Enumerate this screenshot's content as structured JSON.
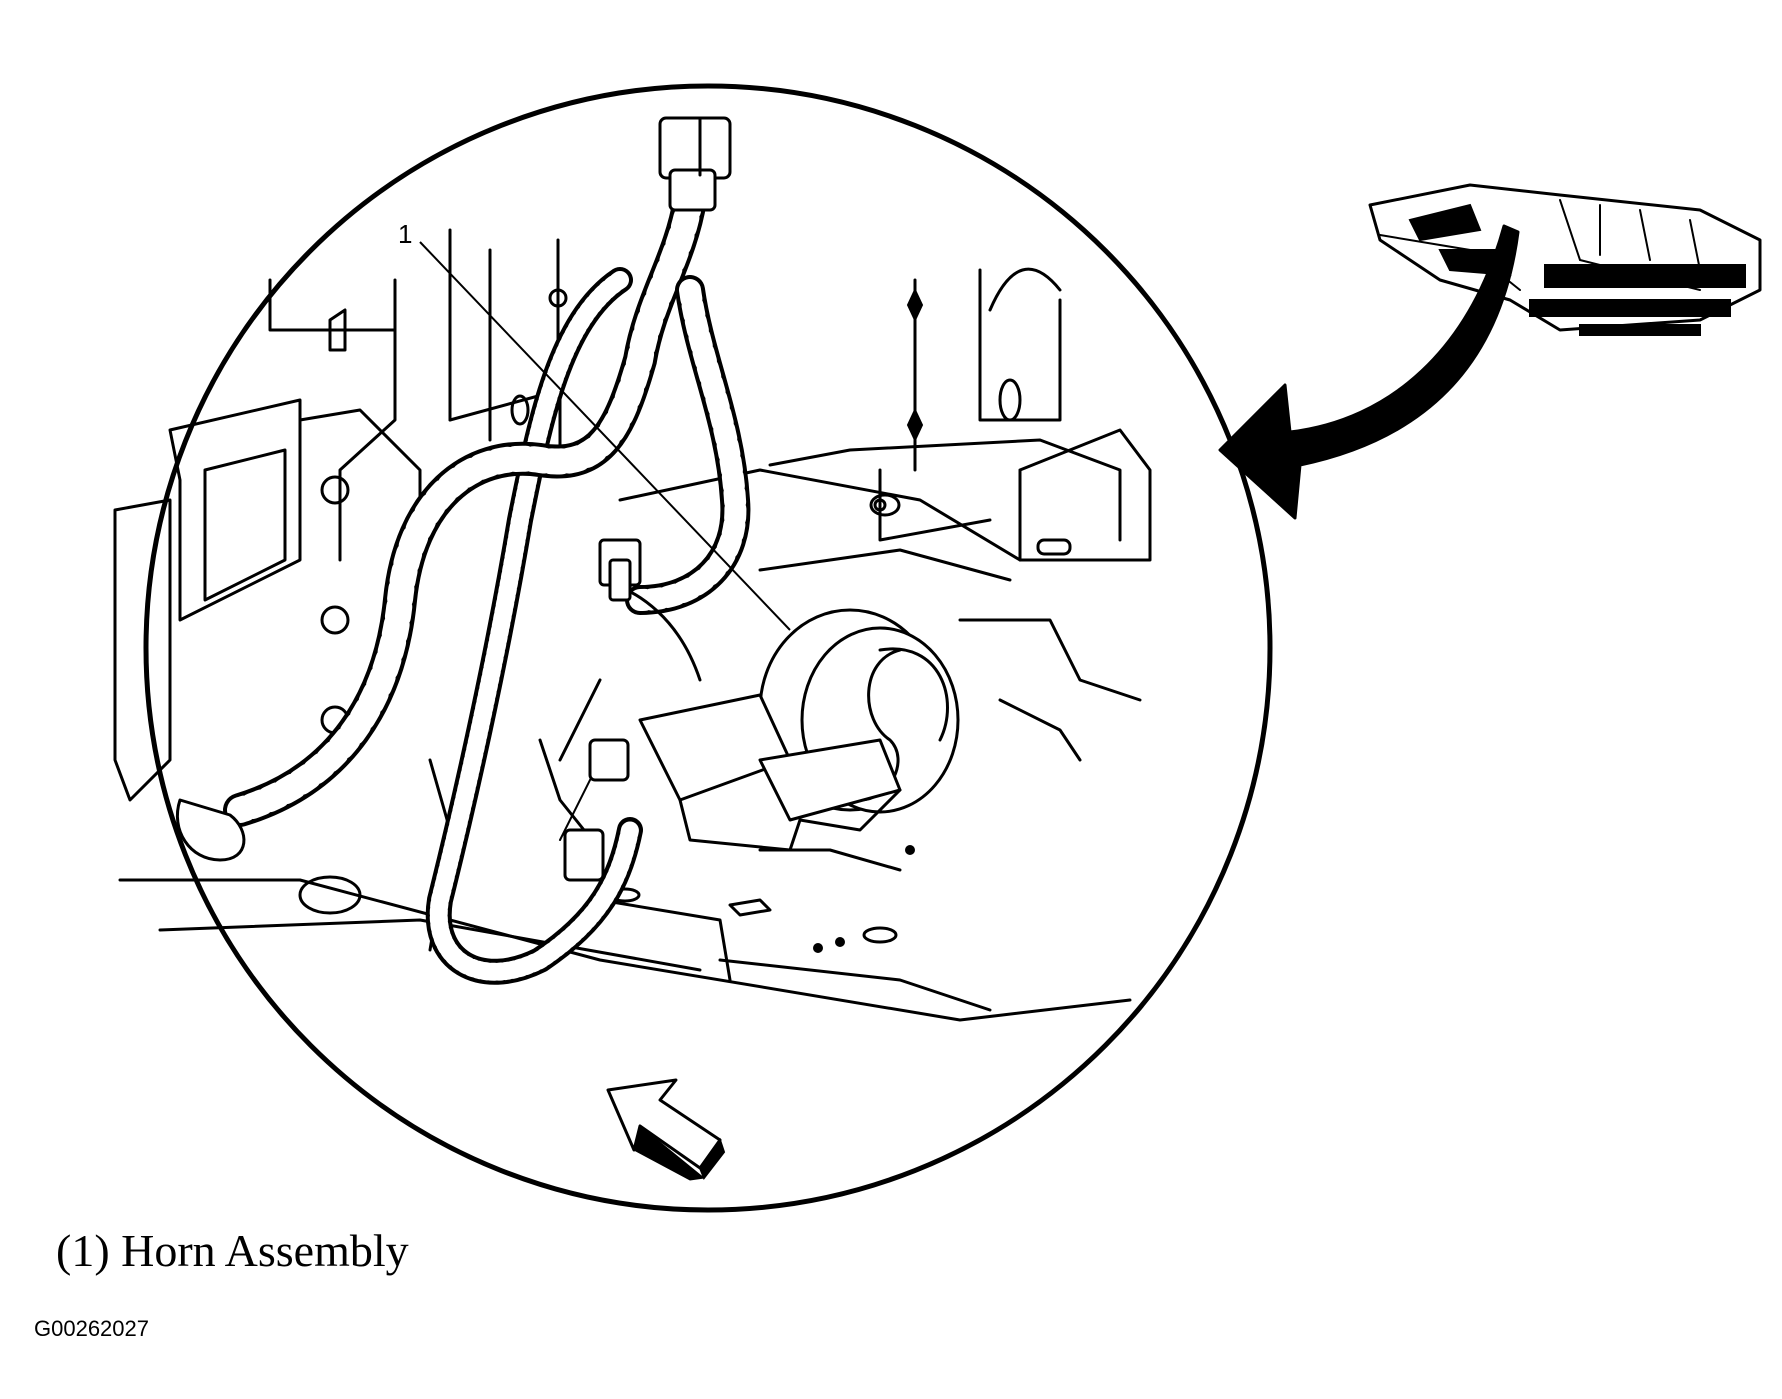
{
  "callout": {
    "number": "1"
  },
  "caption": {
    "text": "(1) Horn Assembly"
  },
  "figure_id": "G00262027",
  "icons": {
    "locator": "vehicle-locator-icon",
    "direction": "pointer-arrow-icon",
    "view": "view-direction-arrow-icon"
  },
  "colors": {
    "ink": "#000000",
    "background": "#ffffff"
  }
}
